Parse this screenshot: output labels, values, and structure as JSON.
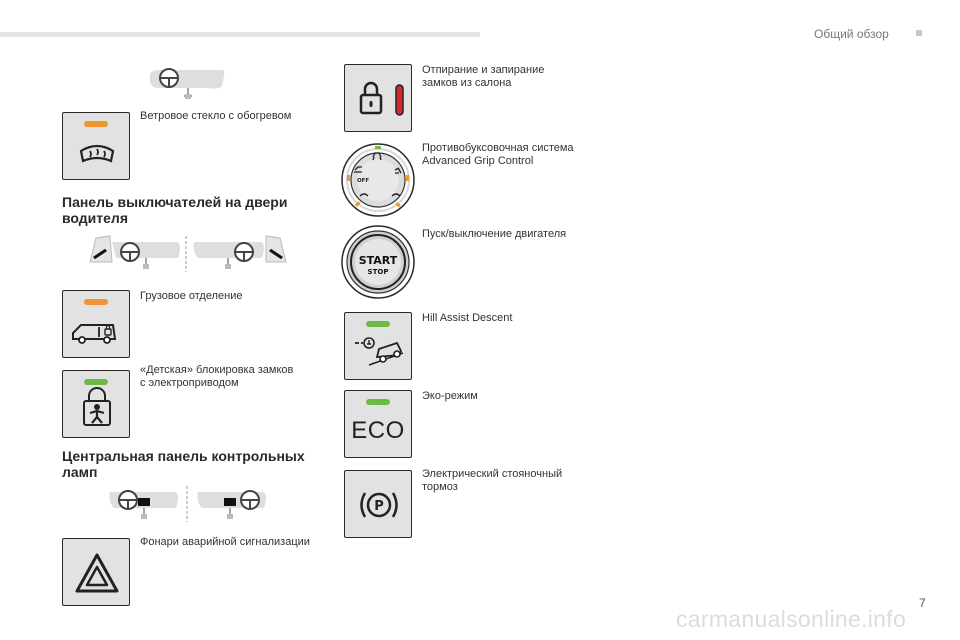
{
  "header": {
    "title": "Общий обзор"
  },
  "page_number": "7",
  "sections": {
    "door_panel": "Панель выключателей на двери водителя",
    "central_panel": "Центральная панель контрольных ламп"
  },
  "left_items": {
    "windscreen": "Ветровое стекло с обогревом",
    "cargo": "Грузовое отделение",
    "child_lock": "«Детская» блокировка замков с электроприводом",
    "hazard": "Фонари аварийной сигнализации"
  },
  "right_items": {
    "central_lock": "Отпирание и запирание замков из салона",
    "grip_control": "Противобуксовочная система Advanced Grip Control",
    "start_stop": "Пуск/выключение двигателя",
    "hill_descent": "Hill Assist Descent",
    "eco": "Эко-режим",
    "parking_brake": "Электрический стояночный тормоз"
  },
  "button_text": {
    "start": "START",
    "stop": "STOP",
    "eco": "ECO",
    "grip_off": "OFF"
  },
  "colors": {
    "lamp_orange": "#f0962e",
    "lamp_green": "#6dbb45",
    "lamp_red": "#d9262c",
    "button_bg": "#e2e2e2"
  },
  "watermark": "carmanualsonline.info"
}
